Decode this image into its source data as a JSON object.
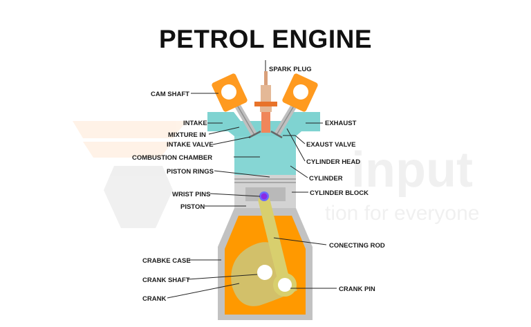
{
  "title": "PETROL ENGINE",
  "watermark": {
    "text_main": "input",
    "text_sub": "tion for everyone"
  },
  "colors": {
    "cylinder": "#7fd3d1",
    "piston": "#d3d3d3",
    "crankcase": "#ff9900",
    "crank": "#d2c06a",
    "cam": "#ff9a1f",
    "spark_plug_tip": "#e8732a",
    "wrist_pin": "#8a2be2"
  },
  "labels": {
    "spark_plug": "SPARK PLUG",
    "cam_shaft": "CAM SHAFT",
    "intake": "INTAKE",
    "mixture_in": "MIXTURE IN",
    "intake_valve": "INTAKE VALVE",
    "combustion_chamber": "COMBUSTION CHAMBER",
    "piston_rings": "PISTON RINGS",
    "wrist_pins": "WRIST PINS",
    "piston": "PISTON",
    "exhaust": "EXHAUST",
    "exaust_valve": "EXAUST VALVE",
    "cylinder_head": "CYLINDER HEAD",
    "cylinder": "CYLINDER",
    "cylinder_block": "CYLINDER BLOCK",
    "conecting_rod": "CONECTING ROD",
    "crabke_case": "CRABKE CASE",
    "crank_shaft": "CRANK SHAFT",
    "crank": "CRANK",
    "crank_pin": "CRANK PIN"
  }
}
